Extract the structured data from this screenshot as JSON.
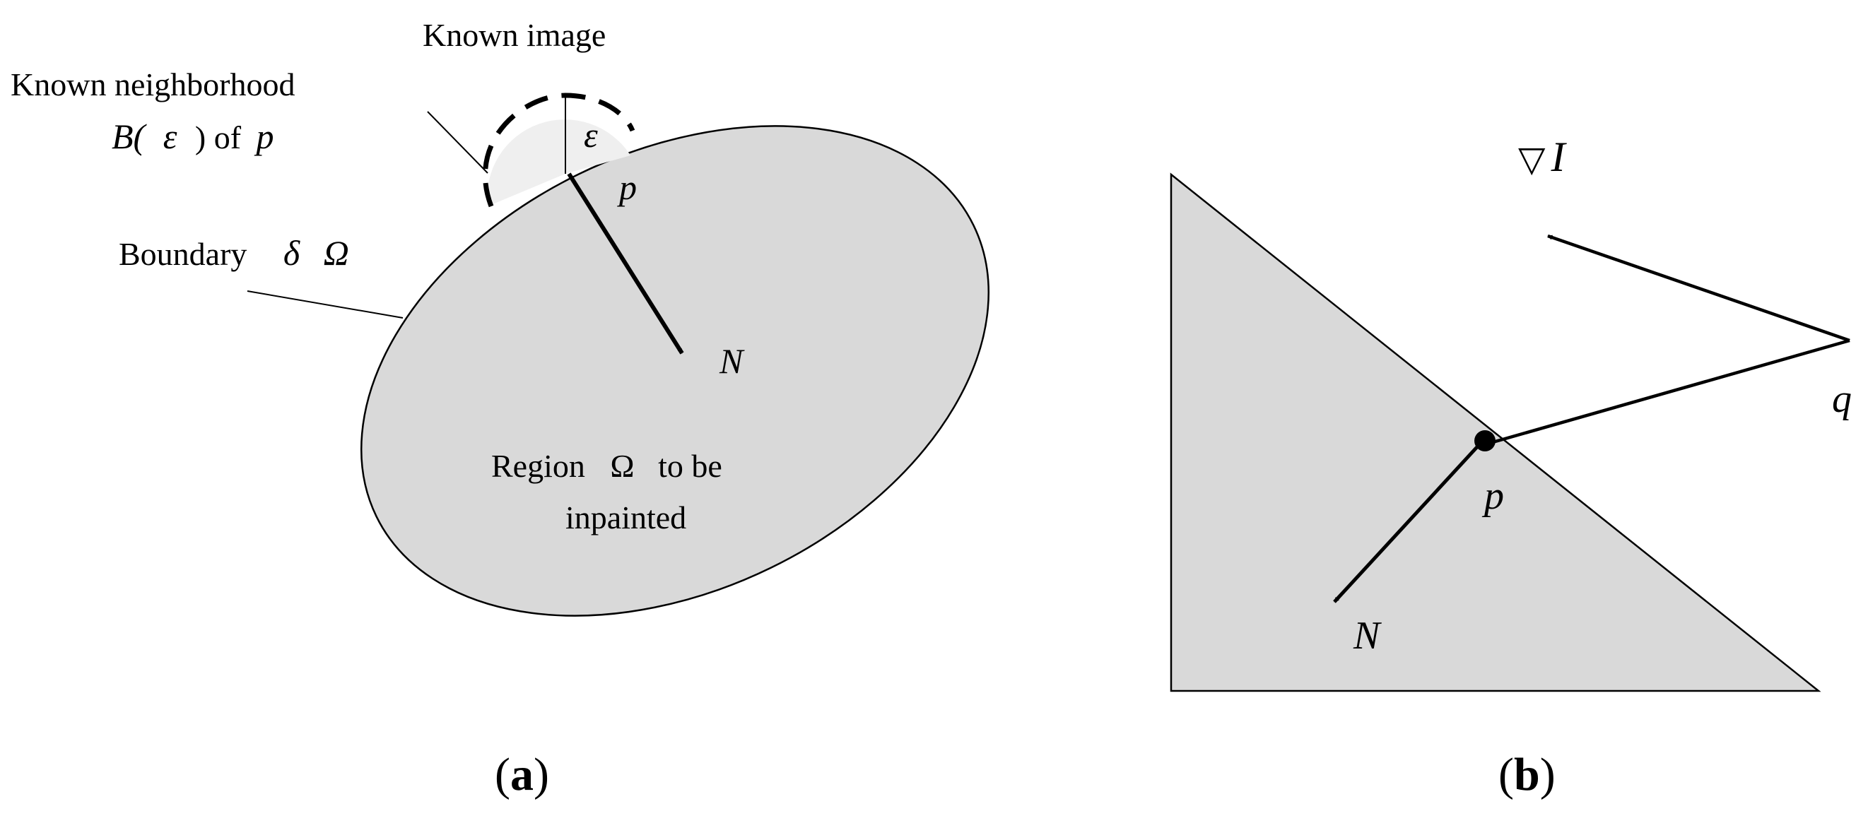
{
  "panel_a": {
    "label_known_image": "Known image",
    "label_known_neighborhood": "Known neighborhood",
    "label_b_prefix": "B(",
    "label_b_eps": "ε",
    "label_b_suffix": ") of",
    "label_b_p": "p",
    "label_epsilon": "ε",
    "label_p": "p",
    "label_boundary": "Boundary",
    "label_delta": "δ",
    "label_omega_italic": "Ω",
    "label_n": "N",
    "label_region_prefix": "Region",
    "label_region_omega": "Ω",
    "label_region_suffix": "to be",
    "label_inpainted": "inpainted",
    "caption_open": "(",
    "caption_letter": "a",
    "caption_close": ")"
  },
  "panel_b": {
    "label_nabla": "▽",
    "label_i": "I",
    "label_q": "q",
    "label_p": "p",
    "label_n": "N",
    "caption_open": "(",
    "caption_letter": "b",
    "caption_close": ")"
  },
  "colors": {
    "region_fill": "#d9d9d9",
    "neighborhood_fill": "#efefef",
    "stroke": "#000000",
    "background": "#ffffff"
  }
}
